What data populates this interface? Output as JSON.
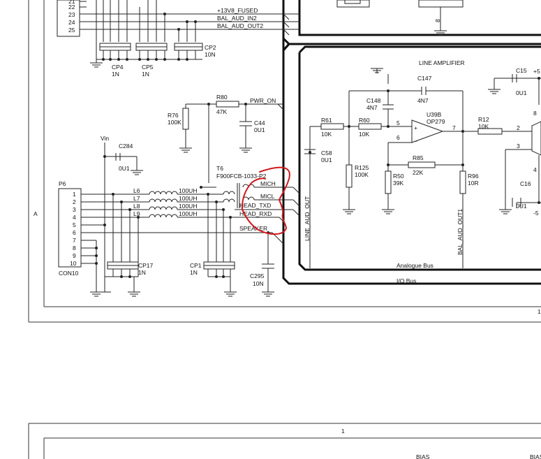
{
  "connector_top": {
    "pins": [
      "21",
      "22",
      "23",
      "24",
      "25"
    ],
    "nets": [
      "+13V8_FUSED",
      "BAL_AUD_IN2",
      "BAL_AUD_OUT2"
    ]
  },
  "connector_p6": {
    "ref": "P6",
    "part": "CON10",
    "pins": [
      "1",
      "2",
      "3",
      "4",
      "5",
      "6",
      "7",
      "8",
      "9",
      "10"
    ]
  },
  "capacitor_packs": [
    {
      "ref": "CP4",
      "value": "1N"
    },
    {
      "ref": "CP5",
      "value": "1N"
    },
    {
      "ref": "CP2",
      "value": "10N"
    },
    {
      "ref": "CP17",
      "value": "1N"
    },
    {
      "ref": "CP1",
      "value": "1N"
    }
  ],
  "power_on": {
    "R80": {
      "ref": "R80",
      "value": "47K"
    },
    "R76": {
      "ref": "R76",
      "value": "100K"
    },
    "C44": {
      "ref": "C44",
      "value": "0U1"
    },
    "net": "PWR_ON"
  },
  "vin": {
    "net": "Vin",
    "C284": {
      "ref": "C284",
      "value": "0U1"
    }
  },
  "inductors": [
    {
      "ref": "L6",
      "value": "100UH"
    },
    {
      "ref": "L7",
      "value": "100UH"
    },
    {
      "ref": "L8",
      "value": "100UH"
    },
    {
      "ref": "L9",
      "value": "100UH"
    }
  ],
  "transformer": {
    "ref": "T6",
    "part": "F900FCB-1033-P2"
  },
  "nets_right": [
    "MICH",
    "MICL",
    "HEAD_TXD",
    "HEAD_RXD",
    "SPEAKER"
  ],
  "c295": {
    "ref": "C295",
    "value": "10N"
  },
  "line_amplifier": {
    "title": "LINE AMPLIFIER",
    "C147": {
      "ref": "C147",
      "value": "4N7"
    },
    "C148": {
      "ref": "C148",
      "value": "4N7"
    },
    "R61": {
      "ref": "R61",
      "value": "10K"
    },
    "R60": {
      "ref": "R60",
      "value": "10K"
    },
    "C58": {
      "ref": "C58",
      "value": "0U1"
    },
    "R125": {
      "ref": "R125",
      "value": "100K"
    },
    "R50": {
      "ref": "R50",
      "value": "39K"
    },
    "R85": {
      "ref": "R85",
      "value": "22K"
    },
    "R96": {
      "ref": "R96",
      "value": "10R"
    },
    "R12": {
      "ref": "R12",
      "value": "10K"
    },
    "opamp": {
      "ref": "U39B",
      "part": "OP279",
      "pin_plus": "5",
      "pin_minus": "6",
      "pin_out": "7"
    },
    "net_in": "LINE_AUD_OUT",
    "net_out": "BAL_AUD_OUT1"
  },
  "right_stage": {
    "C15": {
      "ref": "C15",
      "value": "0U1"
    },
    "C16": {
      "ref": "C16",
      "value": "0U1"
    },
    "rail_pos": "+5",
    "rail_neg": "-5",
    "pin_a": "2",
    "pin_b": "3",
    "pin_c": "8",
    "pin_d": "4"
  },
  "top_misc": {
    "pin": "8"
  },
  "buses": {
    "analogue": "Analogue Bus",
    "io": "I/O Bus"
  },
  "sheet": {
    "zone_a": "A",
    "zone_1": "1",
    "zone_1_lower": "1",
    "bias_1": "BIAS",
    "bias_2": "BIAS"
  },
  "annotation": {
    "color": "#d0181c"
  }
}
